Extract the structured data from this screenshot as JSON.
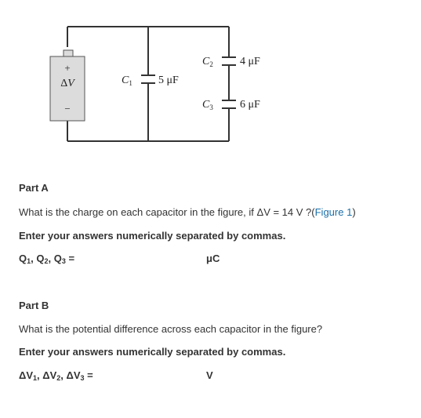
{
  "figure": {
    "battery_plus": "+",
    "battery_minus": "−",
    "battery_label_delta": "Δ",
    "battery_label_v": "V",
    "c1_letter": "C",
    "c1_sub": "1",
    "c1_value": "5 μF",
    "c2_letter": "C",
    "c2_sub": "2",
    "c2_value": "4 μF",
    "c3_letter": "C",
    "c3_sub": "3",
    "c3_value": "6 μF"
  },
  "partA": {
    "title": "Part A",
    "question_prefix": "What is the charge on each capacitor in the figure, if ",
    "question_math": "ΔV = 14 V ?(",
    "figure_link": "Figure 1",
    "question_suffix": ")",
    "instruction": "Enter your answers numerically separated by commas.",
    "answer_label_q": "Q",
    "sub1": "1",
    "sep1": ", Q",
    "sub2": "2",
    "sep2": ", Q",
    "sub3": "3",
    "equals": " =",
    "unit": "μC"
  },
  "partB": {
    "title": "Part B",
    "question": "What is the potential difference across each capacitor in the figure?",
    "instruction": "Enter your answers numerically separated by commas.",
    "answer_label_v": "ΔV",
    "sub1": "1",
    "sep1": ", ΔV",
    "sub2": "2",
    "sep2": ", ΔV",
    "sub3": "3",
    "equals": " =",
    "unit": "V"
  }
}
